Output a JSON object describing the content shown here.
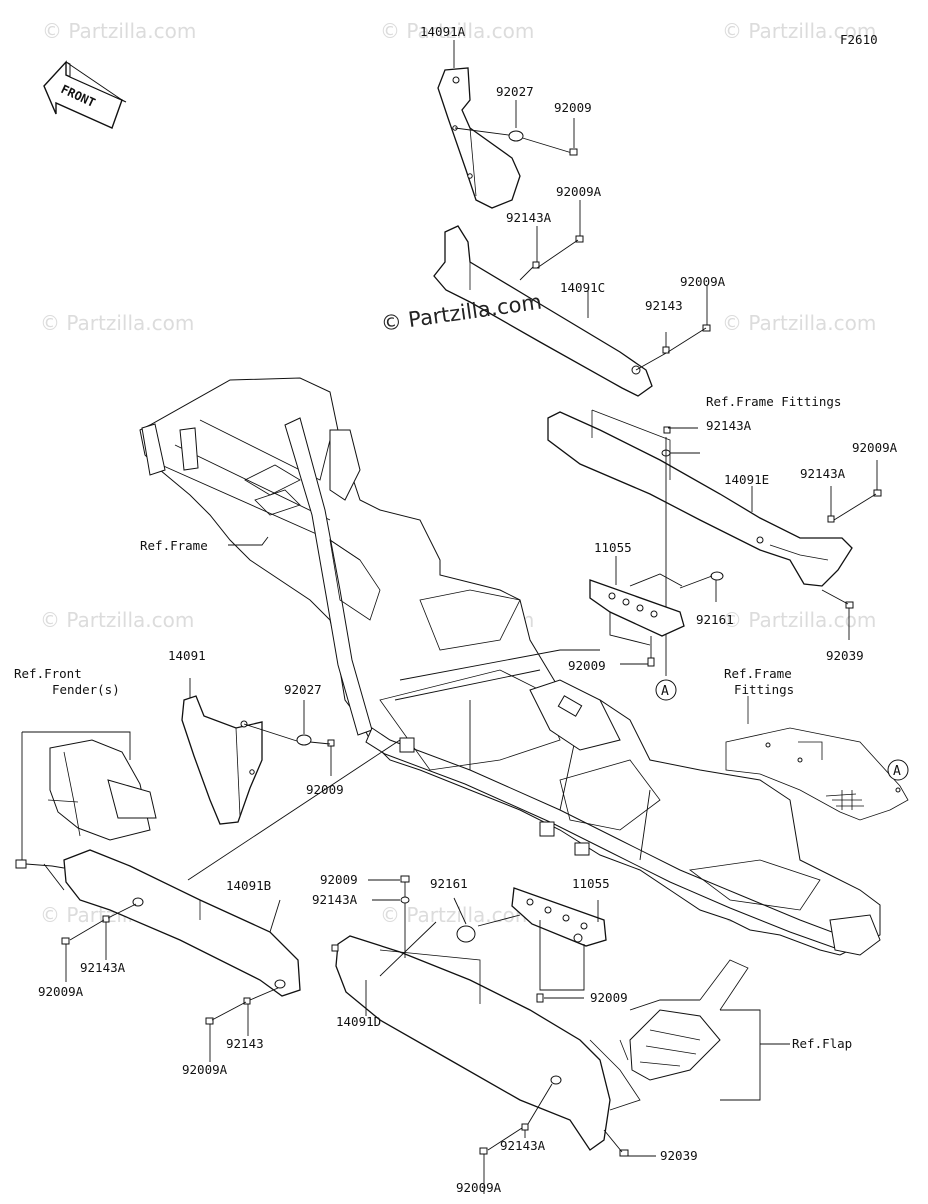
{
  "figure_code": "F2610",
  "front_arrow_label": "FRONT",
  "watermark_center": "© Partzilla.com",
  "watermark_faint": "© Partzilla.com",
  "callout_letter": "A",
  "labels": {
    "p14091A": "14091A",
    "p92027_top": "92027",
    "p92009_top": "92009",
    "p92009A_1": "92009A",
    "p92143A_1": "92143A",
    "p14091C": "14091C",
    "p92009A_2": "92009A",
    "p92143_1": "92143",
    "ref_frame_fittings_1": "Ref.Frame Fittings",
    "p92143A_2": "92143A",
    "p92009A_3": "92009A",
    "p92143A_3": "92143A",
    "p14091E": "14091E",
    "ref_frame": "Ref.Frame",
    "p11055_1": "11055",
    "p92161_1": "92161",
    "p92039_1": "92039",
    "p92009_mid": "92009",
    "ref_frame_fittings_2a": "Ref.Frame",
    "ref_frame_fittings_2b": "Fittings",
    "ref_front_fender_a": "Ref.Front",
    "ref_front_fender_b": "Fender(s)",
    "p14091": "14091",
    "p92027_mid": "92027",
    "p92009_left": "92009",
    "p14091B": "14091B",
    "p92143A_left": "92143A",
    "p92009A_left": "92009A",
    "p92143_low": "92143",
    "p92009A_low": "92009A",
    "p92009_c": "92009",
    "p92143A_c": "92143A",
    "p92161_2": "92161",
    "p11055_2": "11055",
    "p92009_c2": "92009",
    "p14091D": "14091D",
    "ref_flap": "Ref.Flap",
    "p92143A_bot": "92143A",
    "p92039_bot": "92039",
    "p92009A_bot": "92009A"
  }
}
